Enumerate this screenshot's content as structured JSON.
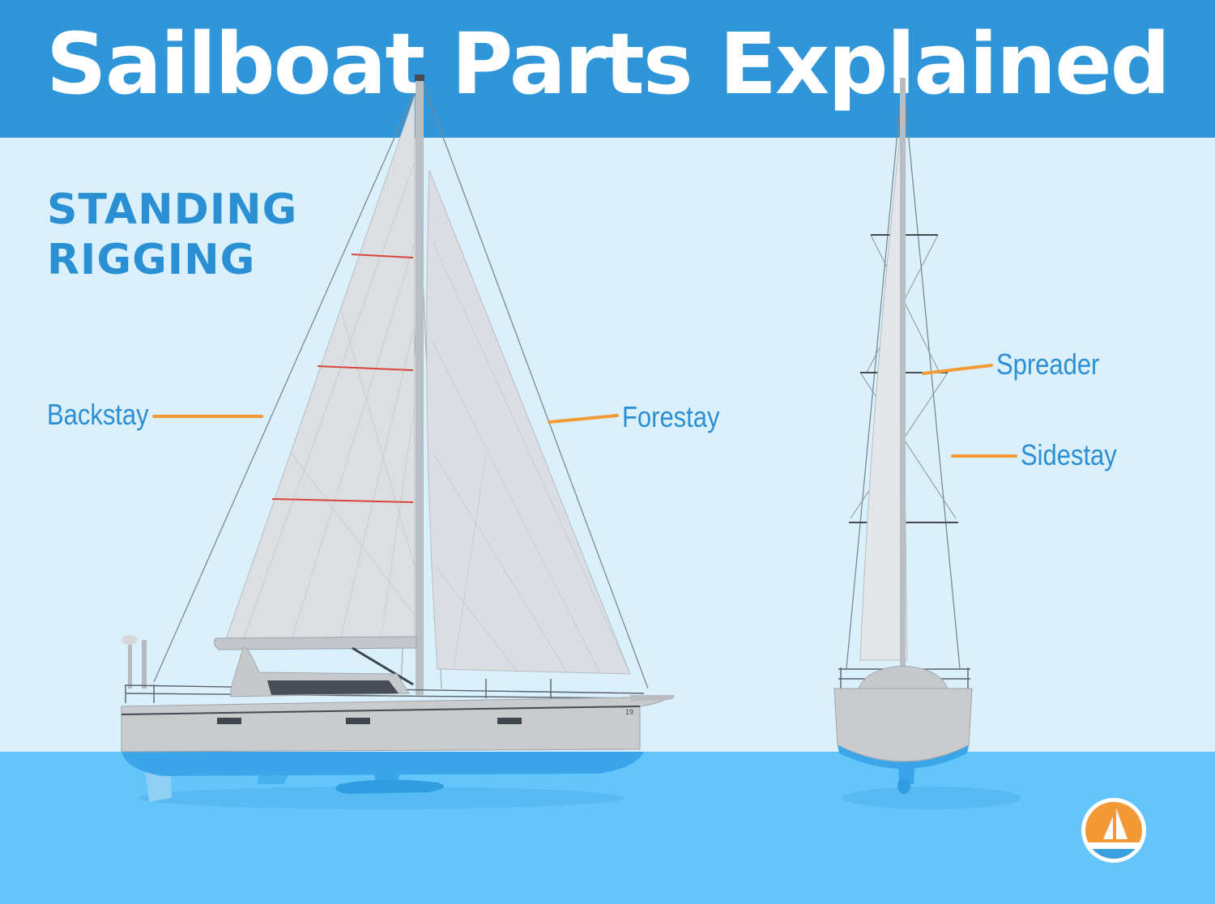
{
  "header": {
    "title": "Sailboat Parts Explained"
  },
  "section": {
    "heading_line1": "STANDING",
    "heading_line2": "RIGGING"
  },
  "labels": {
    "backstay": "Backstay",
    "forestay": "Forestay",
    "spreader": "Spreader",
    "sidestay": "Sidestay"
  },
  "hull_number": "19",
  "colors": {
    "header_blue": "#2e96d9",
    "sky": "#daf1fd",
    "water": "#64c5fb",
    "heading_blue": "#2b8fd4",
    "label_blue": "#2d8ed2",
    "leader_orange": "#f39a36",
    "hull_gray": "#c9cbcd",
    "sail_gray": "#dcdfe2",
    "logo_orange": "#f39a36",
    "logo_blue": "#3a9fde"
  },
  "icons": {
    "logo": "sailboat-logo-icon"
  }
}
